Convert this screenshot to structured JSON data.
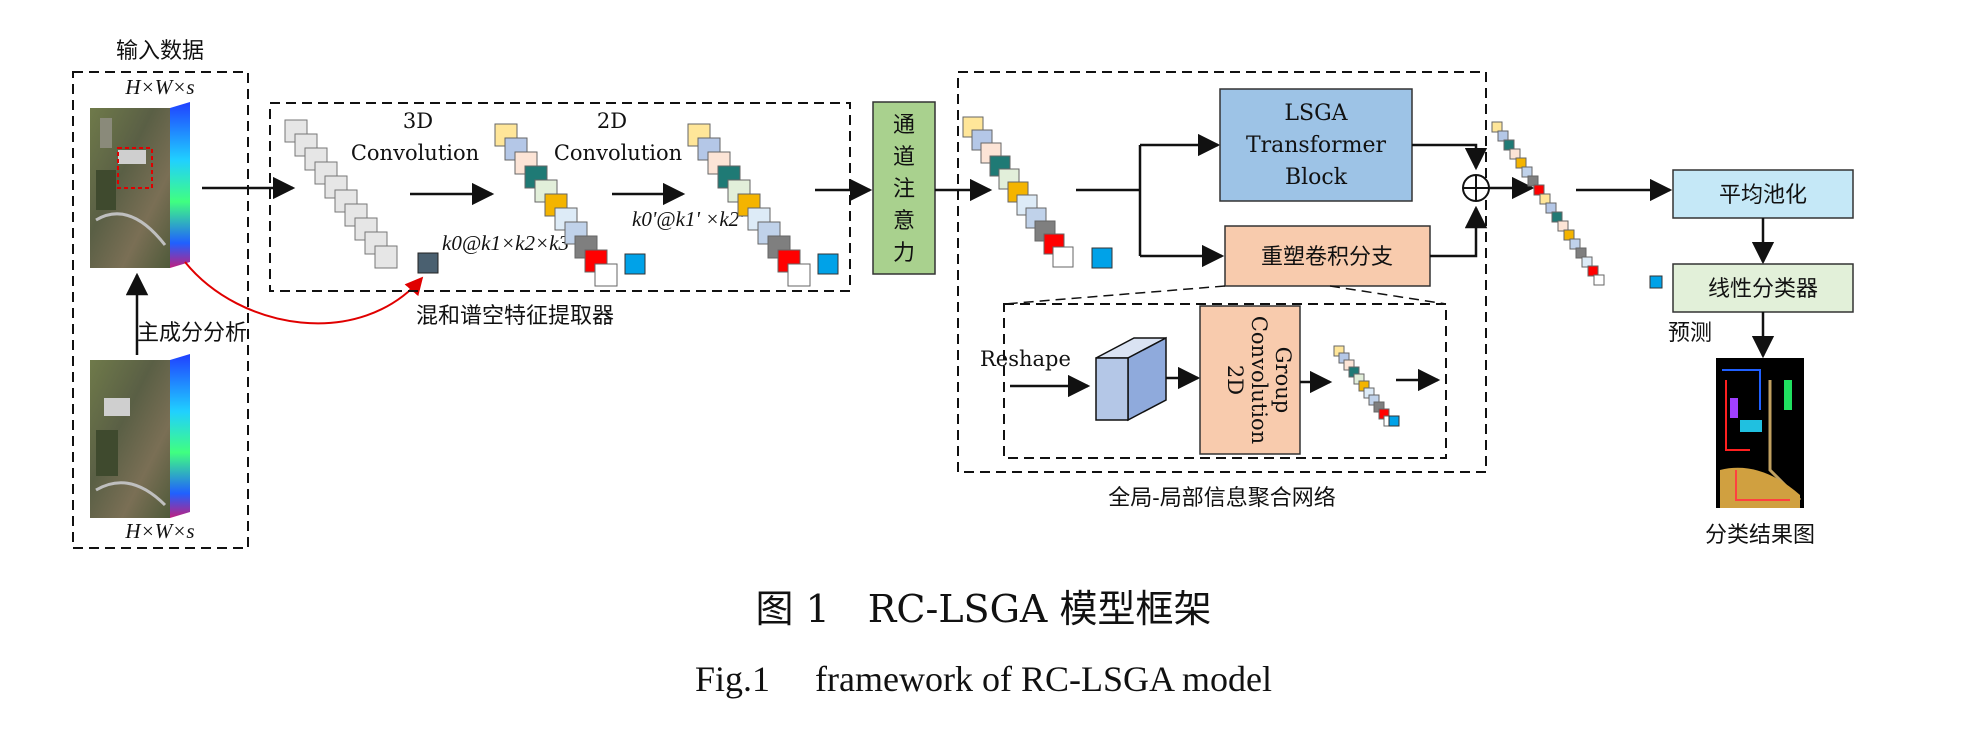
{
  "input": {
    "title": "输入数据",
    "dim_top": "H×W×s",
    "dim_bottom": "H×W×s",
    "pca_label": "主成分分析"
  },
  "extractor": {
    "conv3d_line1": "3D",
    "conv3d_line2": "Convolution",
    "conv2d_line1": "2D",
    "conv2d_line2": "Convolution",
    "kernel3d": "k0@k1×k2×k3",
    "kernel2d": "k0'@k1' ×k2'",
    "label": "混和谱空特征提取器"
  },
  "channel_attention": {
    "chars": [
      "通",
      "道",
      "注",
      "意",
      "力"
    ]
  },
  "aggregation": {
    "lsga_line1": "LSGA",
    "lsga_line2": "Transformer",
    "lsga_line3": "Block",
    "reshape_branch": "重塑卷积分支",
    "reshape_label": "Reshape",
    "conv_group_line1": "2D",
    "conv_group_line2": "Convolution",
    "conv_group_line3": "Group",
    "label": "全局-局部信息聚合网络"
  },
  "head": {
    "avg_pool": "平均池化",
    "classifier": "线性分类器",
    "predict": "预测",
    "result": "分类结果图"
  },
  "caption_cn": "图 1　RC-LSGA 模型框架",
  "caption_en": "Fig.1　 framework of RC-LSGA model",
  "colors": {
    "lsga_fill": "#9dc3e6",
    "reshape_fill": "#f8cbad",
    "attention_fill": "#a9d18e",
    "head_pool_fill": "#c5e8f7",
    "classifier_fill": "#e2f0d9"
  }
}
